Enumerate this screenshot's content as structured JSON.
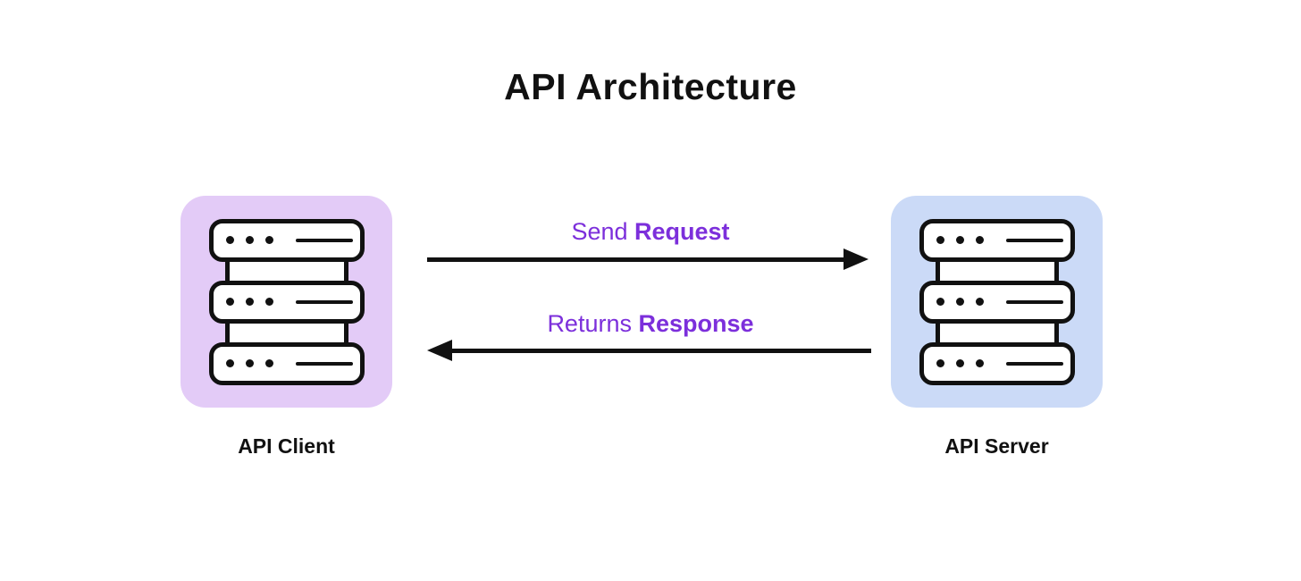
{
  "title": "API Architecture",
  "colors": {
    "ink": "#111111",
    "bg": "#ffffff",
    "client_bg": "#e3cbf7",
    "server_bg": "#cbdaf7",
    "label_purple": "#7c2fdb"
  },
  "nodes": [
    {
      "id": "client",
      "label": "API Client",
      "icon": "server-stack-icon"
    },
    {
      "id": "server",
      "label": "API Server",
      "icon": "server-stack-icon"
    }
  ],
  "arrows": {
    "request": {
      "prefix": "Send",
      "emphasis": "Request",
      "direction": "right",
      "from": "client",
      "to": "server"
    },
    "response": {
      "prefix": "Returns",
      "emphasis": "Response",
      "direction": "left",
      "from": "server",
      "to": "client"
    }
  }
}
